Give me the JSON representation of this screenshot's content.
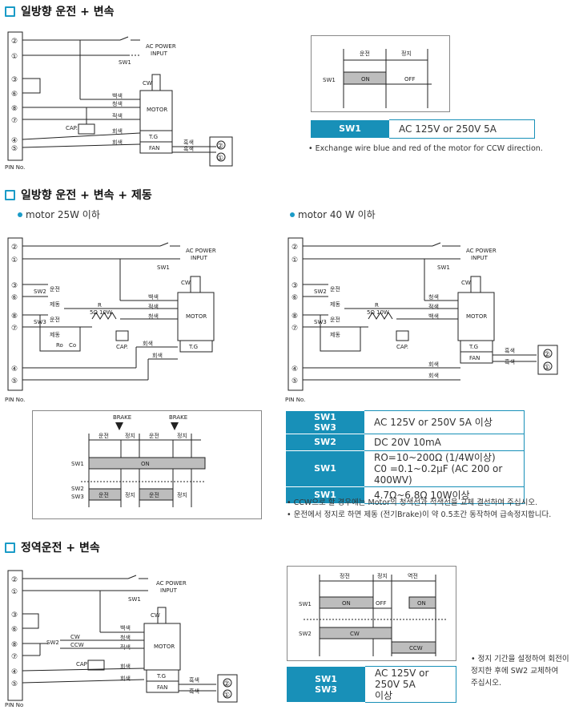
{
  "sections": [
    {
      "title": "일방향 운전 + 변속"
    },
    {
      "title": "일방향 운전 + 변속 + 제동"
    },
    {
      "title": "정역운전 + 변속"
    }
  ],
  "sub_bullets": {
    "left": "motor 25W 이하",
    "right": "motor 40 W 이하"
  },
  "pins": [
    "②",
    "①",
    "③",
    "⑥",
    "⑧",
    "⑦",
    "④",
    "⑤"
  ],
  "labels": {
    "pin_no": "PIN No.",
    "ac_power": "AC POWER",
    "input": "INPUT",
    "sw1": "SW1",
    "sw2": "SW2",
    "sw3": "SW3",
    "motor": "MOTOR",
    "cw": "CW",
    "ccw": "CCW",
    "tg": "T.G",
    "fan": "FAN",
    "cap": "CAP.",
    "white": "백색",
    "red": "적색",
    "blue": "청색",
    "gray": "회색",
    "black": "흑색",
    "run": "운전",
    "brake": "제동",
    "r": "R",
    "r_val": "5Ω 10W",
    "ro": "Ro",
    "co": "Co"
  },
  "timing1": {
    "run": "운전",
    "stop": "정지",
    "on": "ON",
    "off": "OFF",
    "sw1": "SW1"
  },
  "timing2": {
    "brake": "BRAKE",
    "run": "운전",
    "stop": "정지",
    "on": "ON",
    "sw1": "SW1",
    "sw23": "SW2\nSW3"
  },
  "timing3": {
    "fwd": "정전",
    "stop": "정지",
    "rev": "역전",
    "on": "ON",
    "off": "OFF",
    "cw": "CW",
    "ccw": "CCW",
    "sw1": "SW1",
    "sw2": "SW2"
  },
  "spec1": [
    {
      "k": "SW1",
      "v": "AC 125V or 250V 5A"
    }
  ],
  "note1": "Exchange wire blue and red of the motor for CCW direction.",
  "spec2": [
    {
      "k": "SW1\nSW3",
      "v": "AC 125V or 250V 5A 이상"
    },
    {
      "k": "SW2",
      "v": "DC 20V 10mA"
    },
    {
      "k": "SW1",
      "v": "RO=10~200Ω (1/4W이상)\nC0 =0.1~0.2μF (AC 200 or 400WV)"
    },
    {
      "k": "SW1",
      "v": "4.7Ω~6.8Ω 10W이상"
    }
  ],
  "note2": [
    "CCW으로 할 경우에는 Motor의 청색선과 적색선을 교체 결선하여 주십시오.",
    "운전에서 정지로 하면 제동 (전기Brake)이 약 0.5초간 동작하여 급속정지합니다."
  ],
  "spec3": [
    {
      "k": "SW1\nSW3",
      "v": "AC 125V or 250V 5A\n이상"
    }
  ],
  "note3": "정지 기간을 설정하여 회전이\n정지한 후에 SW2 교체하여\n주십시오."
}
